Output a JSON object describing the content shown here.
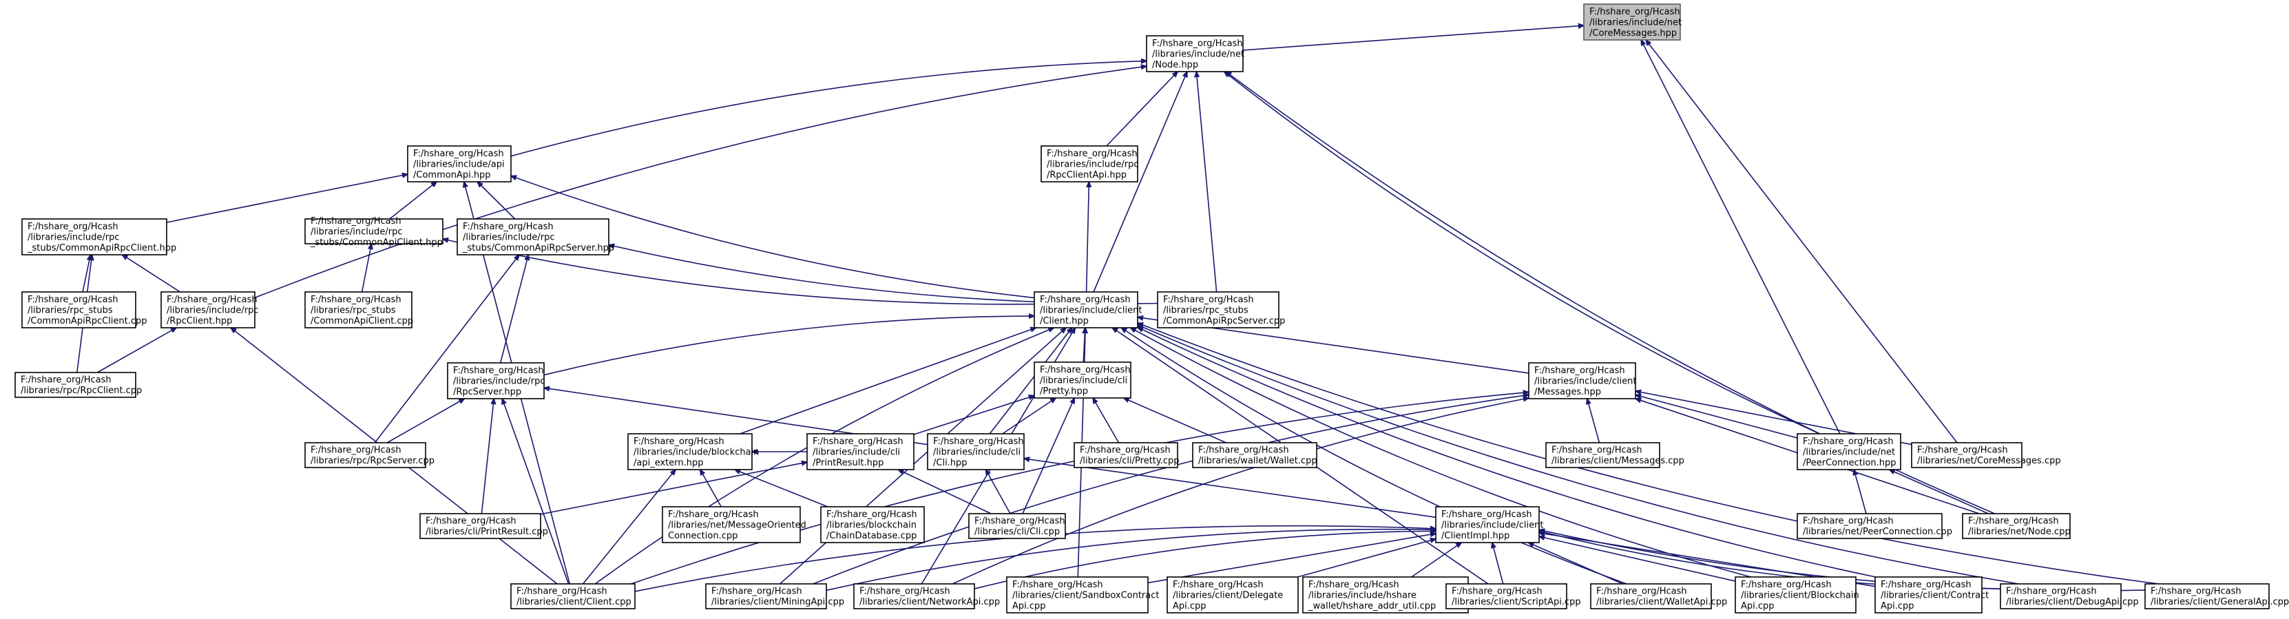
{
  "graph": {
    "title": "",
    "root": "CoreMessages.hpp",
    "colors": {
      "edge": "#191970",
      "node_fill": "#ffffff",
      "root_fill": "#bfbfbf",
      "border": "#000000"
    },
    "nodes": [
      {
        "id": "n0",
        "lines": [
          "F:/hshare_org/Hcash",
          "/libraries/include/net",
          "/CoreMessages.hpp"
        ],
        "root": true
      },
      {
        "id": "n1",
        "lines": [
          "F:/hshare_org/Hcash",
          "/libraries/include/net",
          "/Node.hpp"
        ]
      },
      {
        "id": "n2",
        "lines": [
          "F:/hshare_org/Hcash",
          "/libraries/include/api",
          "/CommonApi.hpp"
        ]
      },
      {
        "id": "n3",
        "lines": [
          "F:/hshare_org/Hcash",
          "/libraries/include/rpc",
          "/RpcClientApi.hpp"
        ]
      },
      {
        "id": "n4",
        "lines": [
          "F:/hshare_org/Hcash",
          "/libraries/include/rpc",
          "_stubs/CommonApiRpcClient.hpp"
        ]
      },
      {
        "id": "n5",
        "lines": [
          "F:/hshare_org/Hcash",
          "/libraries/include/rpc",
          "_stubs/CommonApiClient.hpp"
        ]
      },
      {
        "id": "n6",
        "lines": [
          "F:/hshare_org/Hcash",
          "/libraries/include/rpc",
          "_stubs/CommonApiRpcServer.hpp"
        ]
      },
      {
        "id": "n7",
        "lines": [
          "F:/hshare_org/Hcash",
          "/libraries/rpc_stubs",
          "/CommonApiRpcClient.cpp"
        ]
      },
      {
        "id": "n8",
        "lines": [
          "F:/hshare_org/Hcash",
          "/libraries/include/rpc",
          "/RpcClient.hpp"
        ]
      },
      {
        "id": "n9",
        "lines": [
          "F:/hshare_org/Hcash",
          "/libraries/rpc_stubs",
          "/CommonApiClient.cpp"
        ]
      },
      {
        "id": "n10",
        "lines": [
          "F:/hshare_org/Hcash",
          "/libraries/include/client",
          "/Client.hpp"
        ]
      },
      {
        "id": "n11",
        "lines": [
          "F:/hshare_org/Hcash",
          "/libraries/rpc_stubs",
          "/CommonApiRpcServer.cpp"
        ]
      },
      {
        "id": "n12",
        "lines": [
          "F:/hshare_org/Hcash",
          "/libraries/rpc/RpcClient.cpp"
        ]
      },
      {
        "id": "n13",
        "lines": [
          "F:/hshare_org/Hcash",
          "/libraries/include/rpc",
          "/RpcServer.hpp"
        ]
      },
      {
        "id": "n14",
        "lines": [
          "F:/hshare_org/Hcash",
          "/libraries/include/cli",
          "/Pretty.hpp"
        ]
      },
      {
        "id": "n15",
        "lines": [
          "F:/hshare_org/Hcash",
          "/libraries/include/client",
          "/Messages.hpp"
        ]
      },
      {
        "id": "n16",
        "lines": [
          "F:/hshare_org/Hcash",
          "/libraries/rpc/RpcServer.cpp"
        ]
      },
      {
        "id": "n17",
        "lines": [
          "F:/hshare_org/Hcash",
          "/libraries/include/blockchain",
          "/api_extern.hpp"
        ]
      },
      {
        "id": "n18",
        "lines": [
          "F:/hshare_org/Hcash",
          "/libraries/include/cli",
          "/PrintResult.hpp"
        ]
      },
      {
        "id": "n19",
        "lines": [
          "F:/hshare_org/Hcash",
          "/libraries/include/cli",
          "/Cli.hpp"
        ]
      },
      {
        "id": "n20",
        "lines": [
          "F:/hshare_org/Hcash",
          "/libraries/cli/Pretty.cpp"
        ]
      },
      {
        "id": "n21",
        "lines": [
          "F:/hshare_org/Hcash",
          "/libraries/wallet/Wallet.cpp"
        ]
      },
      {
        "id": "n22",
        "lines": [
          "F:/hshare_org/Hcash",
          "/libraries/client/Messages.cpp"
        ]
      },
      {
        "id": "n23",
        "lines": [
          "F:/hshare_org/Hcash",
          "/libraries/include/net",
          "/PeerConnection.hpp"
        ]
      },
      {
        "id": "n24",
        "lines": [
          "F:/hshare_org/Hcash",
          "/libraries/net/CoreMessages.cpp"
        ]
      },
      {
        "id": "n25",
        "lines": [
          "F:/hshare_org/Hcash",
          "/libraries/cli/PrintResult.cpp"
        ]
      },
      {
        "id": "n26",
        "lines": [
          "F:/hshare_org/Hcash",
          "/libraries/net/MessageOriented",
          "Connection.cpp"
        ]
      },
      {
        "id": "n27",
        "lines": [
          "F:/hshare_org/Hcash",
          "/libraries/blockchain",
          "/ChainDatabase.cpp"
        ]
      },
      {
        "id": "n28",
        "lines": [
          "F:/hshare_org/Hcash",
          "/libraries/cli/Cli.cpp"
        ]
      },
      {
        "id": "n29",
        "lines": [
          "F:/hshare_org/Hcash",
          "/libraries/include/client",
          "/ClientImpl.hpp"
        ]
      },
      {
        "id": "n30",
        "lines": [
          "F:/hshare_org/Hcash",
          "/libraries/net/PeerConnection.cpp"
        ]
      },
      {
        "id": "n31",
        "lines": [
          "F:/hshare_org/Hcash",
          "/libraries/net/Node.cpp"
        ]
      },
      {
        "id": "n32",
        "lines": [
          "F:/hshare_org/Hcash",
          "/libraries/client/Client.cpp"
        ]
      },
      {
        "id": "n33",
        "lines": [
          "F:/hshare_org/Hcash",
          "/libraries/client/MiningApi.cpp"
        ]
      },
      {
        "id": "n34",
        "lines": [
          "F:/hshare_org/Hcash",
          "/libraries/client/NetworkApi.cpp"
        ]
      },
      {
        "id": "n35",
        "lines": [
          "F:/hshare_org/Hcash",
          "/libraries/client/SandboxContract",
          "Api.cpp"
        ]
      },
      {
        "id": "n36",
        "lines": [
          "F:/hshare_org/Hcash",
          "/libraries/client/Delegate",
          "Api.cpp"
        ]
      },
      {
        "id": "n37",
        "lines": [
          "F:/hshare_org/Hcash",
          "/libraries/include/hshare",
          "_wallet/hshare_addr_util.cpp"
        ]
      },
      {
        "id": "n38",
        "lines": [
          "F:/hshare_org/Hcash",
          "/libraries/client/ScriptApi.cpp"
        ]
      },
      {
        "id": "n39",
        "lines": [
          "F:/hshare_org/Hcash",
          "/libraries/client/WalletApi.cpp"
        ]
      },
      {
        "id": "n40",
        "lines": [
          "F:/hshare_org/Hcash",
          "/libraries/client/Blockchain",
          "Api.cpp"
        ]
      },
      {
        "id": "n41",
        "lines": [
          "F:/hshare_org/Hcash",
          "/libraries/client/Contract",
          "Api.cpp"
        ]
      },
      {
        "id": "n42",
        "lines": [
          "F:/hshare_org/Hcash",
          "/libraries/client/DebugApi.cpp"
        ]
      },
      {
        "id": "n43",
        "lines": [
          "F:/hshare_org/Hcash",
          "/libraries/client/GeneralApi.cpp"
        ]
      }
    ],
    "edges": [
      [
        "n1",
        "n0"
      ],
      [
        "n23",
        "n0"
      ],
      [
        "n24",
        "n0"
      ],
      [
        "n2",
        "n1"
      ],
      [
        "n3",
        "n1"
      ],
      [
        "n8",
        "n1"
      ],
      [
        "n10",
        "n1"
      ],
      [
        "n11",
        "n1"
      ],
      [
        "n23",
        "n1"
      ],
      [
        "n31",
        "n1"
      ],
      [
        "n4",
        "n2"
      ],
      [
        "n5",
        "n2"
      ],
      [
        "n6",
        "n2"
      ],
      [
        "n10",
        "n2"
      ],
      [
        "n32",
        "n2"
      ],
      [
        "n10",
        "n3"
      ],
      [
        "n7",
        "n4"
      ],
      [
        "n8",
        "n4"
      ],
      [
        "n12",
        "n4"
      ],
      [
        "n9",
        "n5"
      ],
      [
        "n10",
        "n5"
      ],
      [
        "n11",
        "n6"
      ],
      [
        "n13",
        "n6"
      ],
      [
        "n16",
        "n6"
      ],
      [
        "n12",
        "n8"
      ],
      [
        "n32",
        "n8"
      ],
      [
        "n13",
        "n10"
      ],
      [
        "n14",
        "n10"
      ],
      [
        "n15",
        "n10"
      ],
      [
        "n17",
        "n10"
      ],
      [
        "n19",
        "n10"
      ],
      [
        "n32",
        "n10"
      ],
      [
        "n33",
        "n10"
      ],
      [
        "n34",
        "n10"
      ],
      [
        "n35",
        "n10"
      ],
      [
        "n38",
        "n10"
      ],
      [
        "n39",
        "n10"
      ],
      [
        "n40",
        "n10"
      ],
      [
        "n41",
        "n10"
      ],
      [
        "n42",
        "n10"
      ],
      [
        "n43",
        "n10"
      ],
      [
        "n16",
        "n13"
      ],
      [
        "n19",
        "n13"
      ],
      [
        "n25",
        "n13"
      ],
      [
        "n32",
        "n13"
      ],
      [
        "n18",
        "n14"
      ],
      [
        "n19",
        "n14"
      ],
      [
        "n20",
        "n14"
      ],
      [
        "n21",
        "n14"
      ],
      [
        "n28",
        "n14"
      ],
      [
        "n22",
        "n15"
      ],
      [
        "n23",
        "n15"
      ],
      [
        "n24",
        "n15"
      ],
      [
        "n31",
        "n15"
      ],
      [
        "n32",
        "n15"
      ],
      [
        "n33",
        "n15"
      ],
      [
        "n34",
        "n15"
      ],
      [
        "n26",
        "n17"
      ],
      [
        "n27",
        "n17"
      ],
      [
        "n32",
        "n17"
      ],
      [
        "n18",
        "n17"
      ],
      [
        "n25",
        "n18"
      ],
      [
        "n28",
        "n18"
      ],
      [
        "n28",
        "n19"
      ],
      [
        "n29",
        "n19"
      ],
      [
        "n30",
        "n23"
      ],
      [
        "n31",
        "n23"
      ],
      [
        "n32",
        "n29"
      ],
      [
        "n33",
        "n29"
      ],
      [
        "n34",
        "n29"
      ],
      [
        "n35",
        "n29"
      ],
      [
        "n36",
        "n29"
      ],
      [
        "n37",
        "n29"
      ],
      [
        "n38",
        "n29"
      ],
      [
        "n39",
        "n29"
      ],
      [
        "n40",
        "n29"
      ],
      [
        "n41",
        "n29"
      ],
      [
        "n42",
        "n29"
      ],
      [
        "n43",
        "n29"
      ]
    ]
  }
}
